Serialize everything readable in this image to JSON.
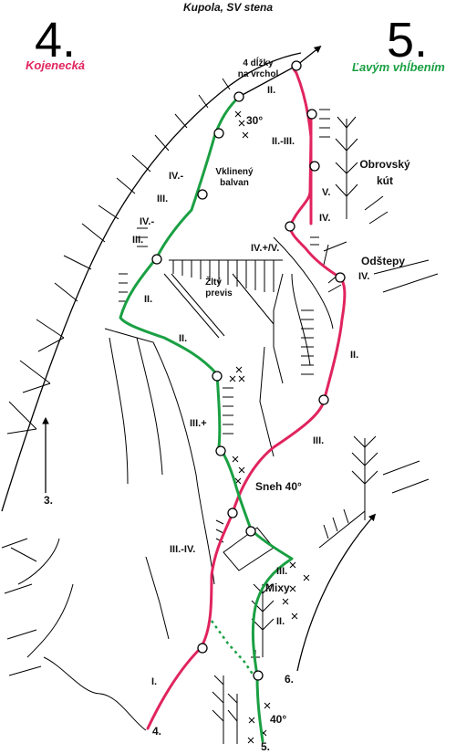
{
  "title": "Kupola, SV stena",
  "routes": [
    {
      "number": "4.",
      "name": "Kojenecká",
      "color": "#e0245e"
    },
    {
      "number": "5.",
      "name": "Ľavým vhĺbením",
      "color": "#1aa043"
    }
  ],
  "top_note": [
    "4 dĺžky",
    "na vrchol"
  ],
  "features": {
    "vklineny": [
      "Vklinený",
      "balvan"
    ],
    "obrovsky": [
      "Obrovský",
      "kút"
    ],
    "odstepy": "Odštepy",
    "zlty": [
      "Žltý",
      "previs"
    ],
    "sneh": "Sneh 40°",
    "mixy": "Mixy",
    "angle_top": "30°",
    "angle_bottom": "40°"
  },
  "starts": [
    "3.",
    "4.",
    "5.",
    "6."
  ],
  "grades": {
    "g1": "II.",
    "g2": "II.-III.",
    "g3": "V.",
    "g4": "IV.",
    "g5": "IV.+/V.",
    "g6": "IV.",
    "g7": "II.",
    "g8": "III.",
    "g9": "IV.-",
    "g10": "III.",
    "g11": "IV.-",
    "g12": "III.",
    "g13": "II.",
    "g14": "II.",
    "g15": "III.+",
    "g16": "III.-IV.",
    "g17": "III.",
    "g18": "II.",
    "g19": "I."
  }
}
